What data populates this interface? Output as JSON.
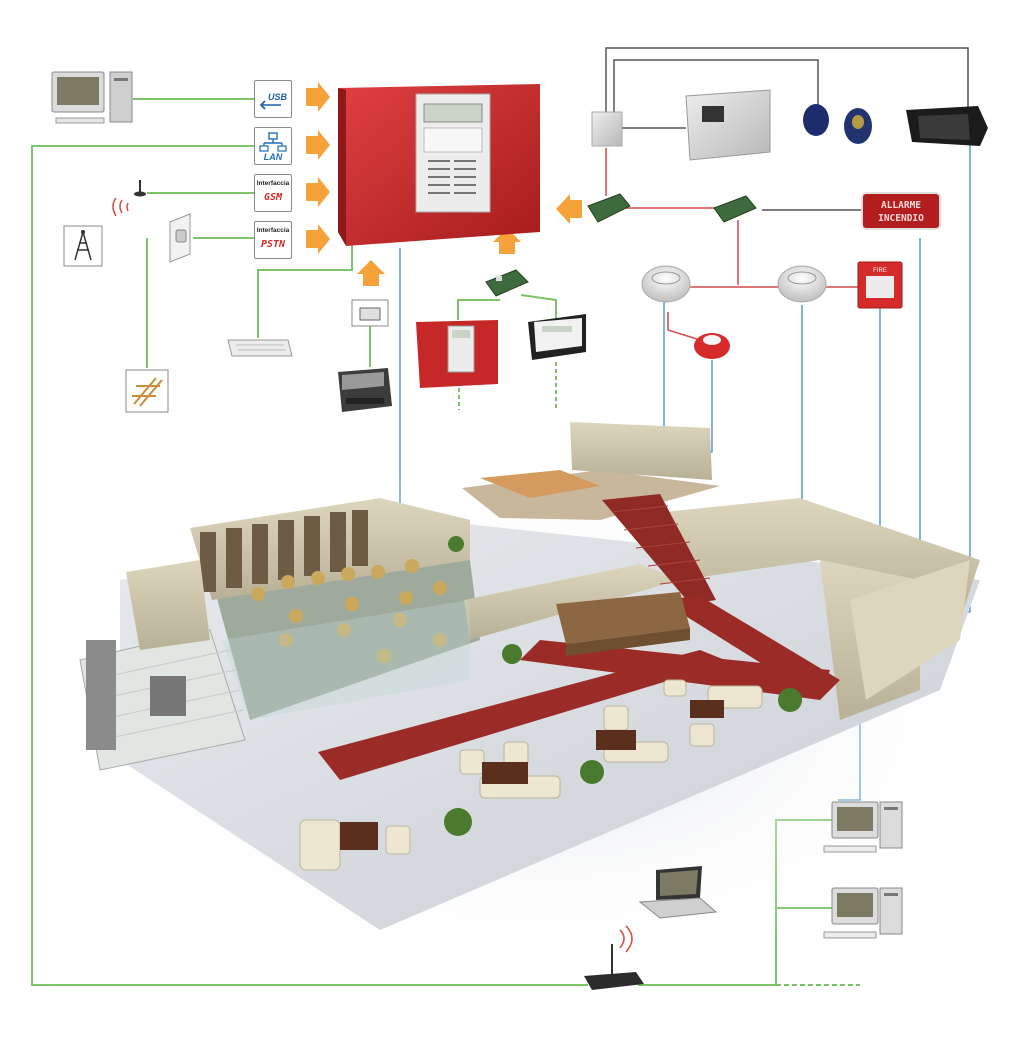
{
  "interfaces": [
    {
      "id": "usb",
      "label": "USB"
    },
    {
      "id": "lan",
      "label": "LAN"
    },
    {
      "id": "gsm",
      "small": "Interfaccia",
      "label": "GSM"
    },
    {
      "id": "pstn",
      "small": "Interfaccia",
      "label": "PSTN"
    }
  ],
  "alarm_sign": {
    "line1": "ALLARME",
    "line2": "INCENDIO"
  },
  "call_point": {
    "label": "FIRE"
  },
  "colors": {
    "green_link": "#7cc36a",
    "blue_link": "#3a8ccf",
    "red_link": "#d24a4a",
    "dark_link": "#555555",
    "panel_red": "#c62828",
    "arrow_orange": "#f6a23a"
  },
  "icons": [
    "desktop-computer-icon",
    "keyboard-icon",
    "printer-icon",
    "antenna-icon",
    "radio-tower-icon",
    "telephone-socket-icon",
    "distribution-frame-icon",
    "laptop-icon",
    "router-icon",
    "fire-alarm-panel-icon",
    "power-supply-icon",
    "siren-icon",
    "speaker-icon",
    "detector-icon"
  ]
}
